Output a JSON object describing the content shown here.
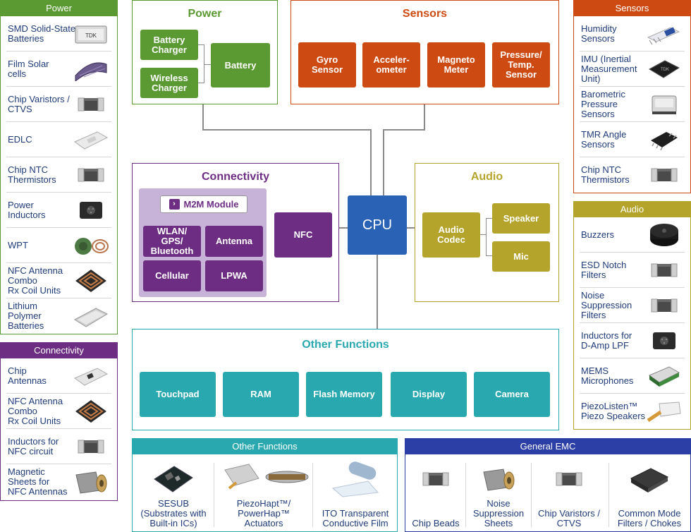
{
  "left_power": {
    "title": "Power",
    "items": [
      {
        "label": "SMD Solid-State\nBatteries",
        "icon": "tdk-battery-icon"
      },
      {
        "label": "Film Solar\ncells",
        "icon": "solar-film-icon"
      },
      {
        "label": "Chip Varistors /\nCTVS",
        "icon": "chip-component-icon"
      },
      {
        "label": "EDLC",
        "icon": "edlc-icon"
      },
      {
        "label": "Chip NTC\nThermistors",
        "icon": "chip-component-icon"
      },
      {
        "label": "Power\nInductors",
        "icon": "inductor-icon"
      },
      {
        "label": "WPT",
        "icon": "wpt-coil-icon"
      },
      {
        "label": "NFC Antenna\nCombo\nRx Coil Units",
        "icon": "coil-unit-icon"
      },
      {
        "label": "Lithium\nPolymer\nBatteries",
        "icon": "pouch-battery-icon"
      }
    ]
  },
  "left_connectivity": {
    "title": "Connectivity",
    "items": [
      {
        "label": "Chip\nAntennas",
        "icon": "chip-antenna-icon"
      },
      {
        "label": "NFC Antenna\nCombo\nRx Coil Units",
        "icon": "coil-unit-icon"
      },
      {
        "label": "Inductors for\nNFC circuit",
        "icon": "chip-component-icon"
      },
      {
        "label": "Magnetic\nSheets for\nNFC Antennas",
        "icon": "magnetic-sheet-icon"
      }
    ]
  },
  "right_sensors": {
    "title": "Sensors",
    "items": [
      {
        "label": "Humidity\nSensors",
        "icon": "humidity-sensor-icon"
      },
      {
        "label": "IMU (Inertial\nMeasurement\nUnit)",
        "icon": "imu-chip-icon"
      },
      {
        "label": "Barometric\nPressure\nSensors",
        "icon": "pressure-sensor-icon"
      },
      {
        "label": "TMR Angle\nSensors",
        "icon": "ic-package-icon"
      },
      {
        "label": "Chip NTC\nThermistors",
        "icon": "chip-component-icon"
      }
    ]
  },
  "right_audio": {
    "title": "Audio",
    "items": [
      {
        "label": "Buzzers",
        "icon": "buzzer-icon"
      },
      {
        "label": "ESD Notch\nFilters",
        "icon": "chip-component-icon"
      },
      {
        "label": "Noise\nSuppression\nFilters",
        "icon": "chip-component-icon"
      },
      {
        "label": "Inductors for\nD-Amp LPF",
        "icon": "inductor-icon"
      },
      {
        "label": "MEMS\nMicrophones",
        "icon": "mems-mic-icon"
      },
      {
        "label": "PiezoListen™\nPiezo Speakers",
        "icon": "piezo-speaker-icon"
      }
    ]
  },
  "diagram": {
    "power": {
      "title": "Power",
      "battery_charger": "Battery\nCharger",
      "wireless_charger": "Wireless\nCharger",
      "battery": "Battery"
    },
    "sensors": {
      "title": "Sensors",
      "blocks": [
        "Gyro\nSensor",
        "Acceler-\nometer",
        "Magneto\nMeter",
        "Pressure/\nTemp.\nSensor"
      ]
    },
    "connectivity": {
      "title": "Connectivity",
      "m2m": "M2M Module",
      "wlan": "WLAN/\nGPS/\nBluetooth",
      "antenna": "Antenna",
      "cellular": "Cellular",
      "lpwa": "LPWA",
      "nfc": "NFC"
    },
    "cpu": "CPU",
    "audio": {
      "title": "Audio",
      "codec": "Audio\nCodec",
      "speaker": "Speaker",
      "mic": "Mic"
    },
    "other": {
      "title": "Other Functions",
      "blocks": [
        "Touchpad",
        "RAM",
        "Flash Memory",
        "Display",
        "Camera"
      ]
    }
  },
  "bottom_other": {
    "title": "Other Functions",
    "items": [
      {
        "label": "SESUB\n(Substrates with\nBuilt-in ICs)",
        "icon": "sesub-module-icon"
      },
      {
        "label": "PiezoHapt™/\nPowerHap™\nActuators",
        "icon": "piezo-actuator-icon"
      },
      {
        "label": "ITO Transparent\nConductive Film",
        "icon": "film-roll-icon"
      }
    ]
  },
  "bottom_emc": {
    "title": "General EMC",
    "items": [
      {
        "label": "Chip Beads",
        "icon": "chip-component-icon"
      },
      {
        "label": "Noise\nSuppression\nSheets",
        "icon": "magnetic-sheet-icon"
      },
      {
        "label": "Chip Varistors /\nCTVS",
        "icon": "chip-component-icon"
      },
      {
        "label": "Common Mode\nFilters / Chokes",
        "icon": "common-mode-filter-icon"
      }
    ]
  },
  "colors": {
    "power": "#5b9a33",
    "sensors": "#cd4b13",
    "connectivity": "#6d2d83",
    "audio": "#b5a42c",
    "other": "#2aa8b0",
    "emc": "#2c3fa6",
    "cpu": "#2a62b6"
  }
}
